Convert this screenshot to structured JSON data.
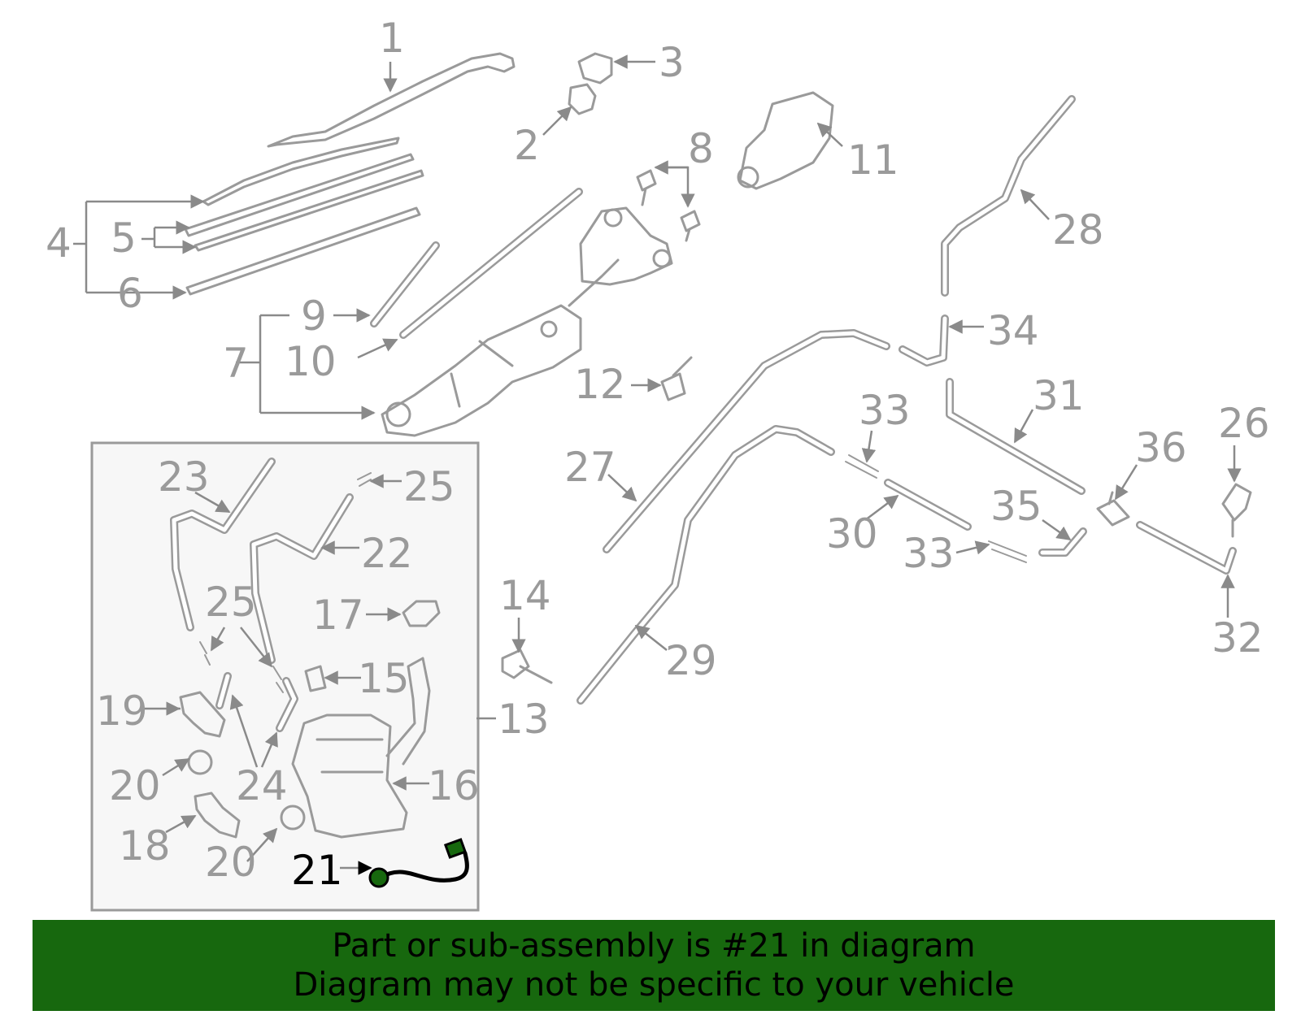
{
  "callouts": {
    "c1": "1",
    "c2": "2",
    "c3": "3",
    "c4": "4",
    "c5": "5",
    "c6": "6",
    "c7": "7",
    "c8": "8",
    "c9": "9",
    "c10": "10",
    "c11": "11",
    "c12": "12",
    "c13": "13",
    "c14": "14",
    "c15": "15",
    "c16": "16",
    "c17": "17",
    "c18": "18",
    "c19": "19",
    "c20a": "20",
    "c20b": "20",
    "c21": "21",
    "c22": "22",
    "c23": "23",
    "c24": "24",
    "c25a": "25",
    "c25b": "25",
    "c26": "26",
    "c27": "27",
    "c28": "28",
    "c29": "29",
    "c30": "30",
    "c31": "31",
    "c32": "32",
    "c33a": "33",
    "c33b": "33",
    "c34": "34",
    "c35": "35",
    "c36": "36"
  },
  "banner": {
    "line1": "Part or sub-assembly is #21 in diagram",
    "line2": "Diagram may not be specific to your vehicle"
  },
  "colors": {
    "banner_bg": "#17680e",
    "part_stroke": "#9a9a9a",
    "highlight_fill": "#17680e",
    "highlight_stroke": "#000000"
  }
}
